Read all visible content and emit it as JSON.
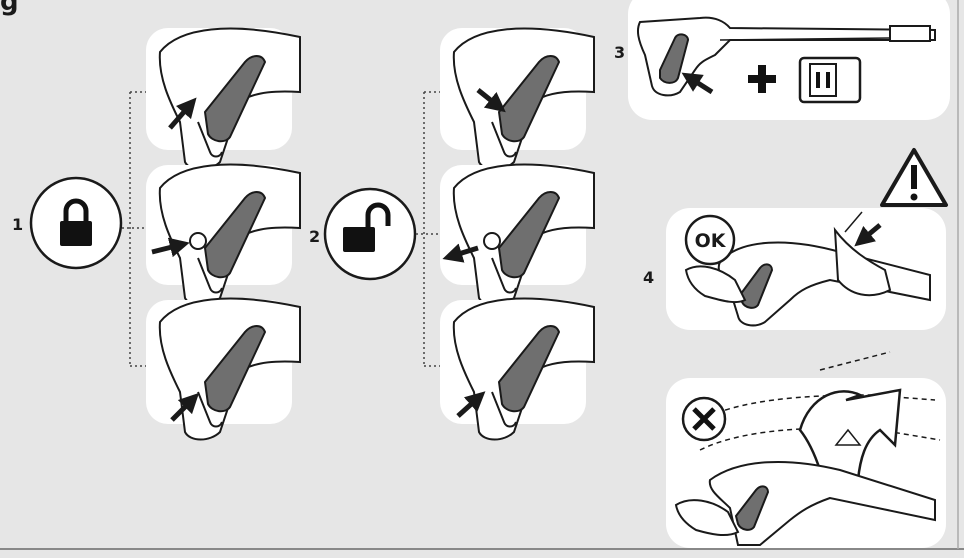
{
  "header": {
    "title_fragment": "g"
  },
  "steps": [
    {
      "number": "1",
      "icon": "lock-closed-icon"
    },
    {
      "number": "2",
      "icon": "lock-open-icon"
    },
    {
      "number": "3",
      "icon": "plug-socket-icon"
    },
    {
      "number": "4",
      "icon": "warning-triangle-icon"
    }
  ],
  "badges": {
    "ok": "OK",
    "forbidden": "forbidden-x-icon"
  },
  "colors": {
    "background": "#e6e6e6",
    "panel": "#ffffff",
    "line": "#1a1a1a",
    "trigger": "#6f6f6f",
    "dots": "#444444"
  }
}
